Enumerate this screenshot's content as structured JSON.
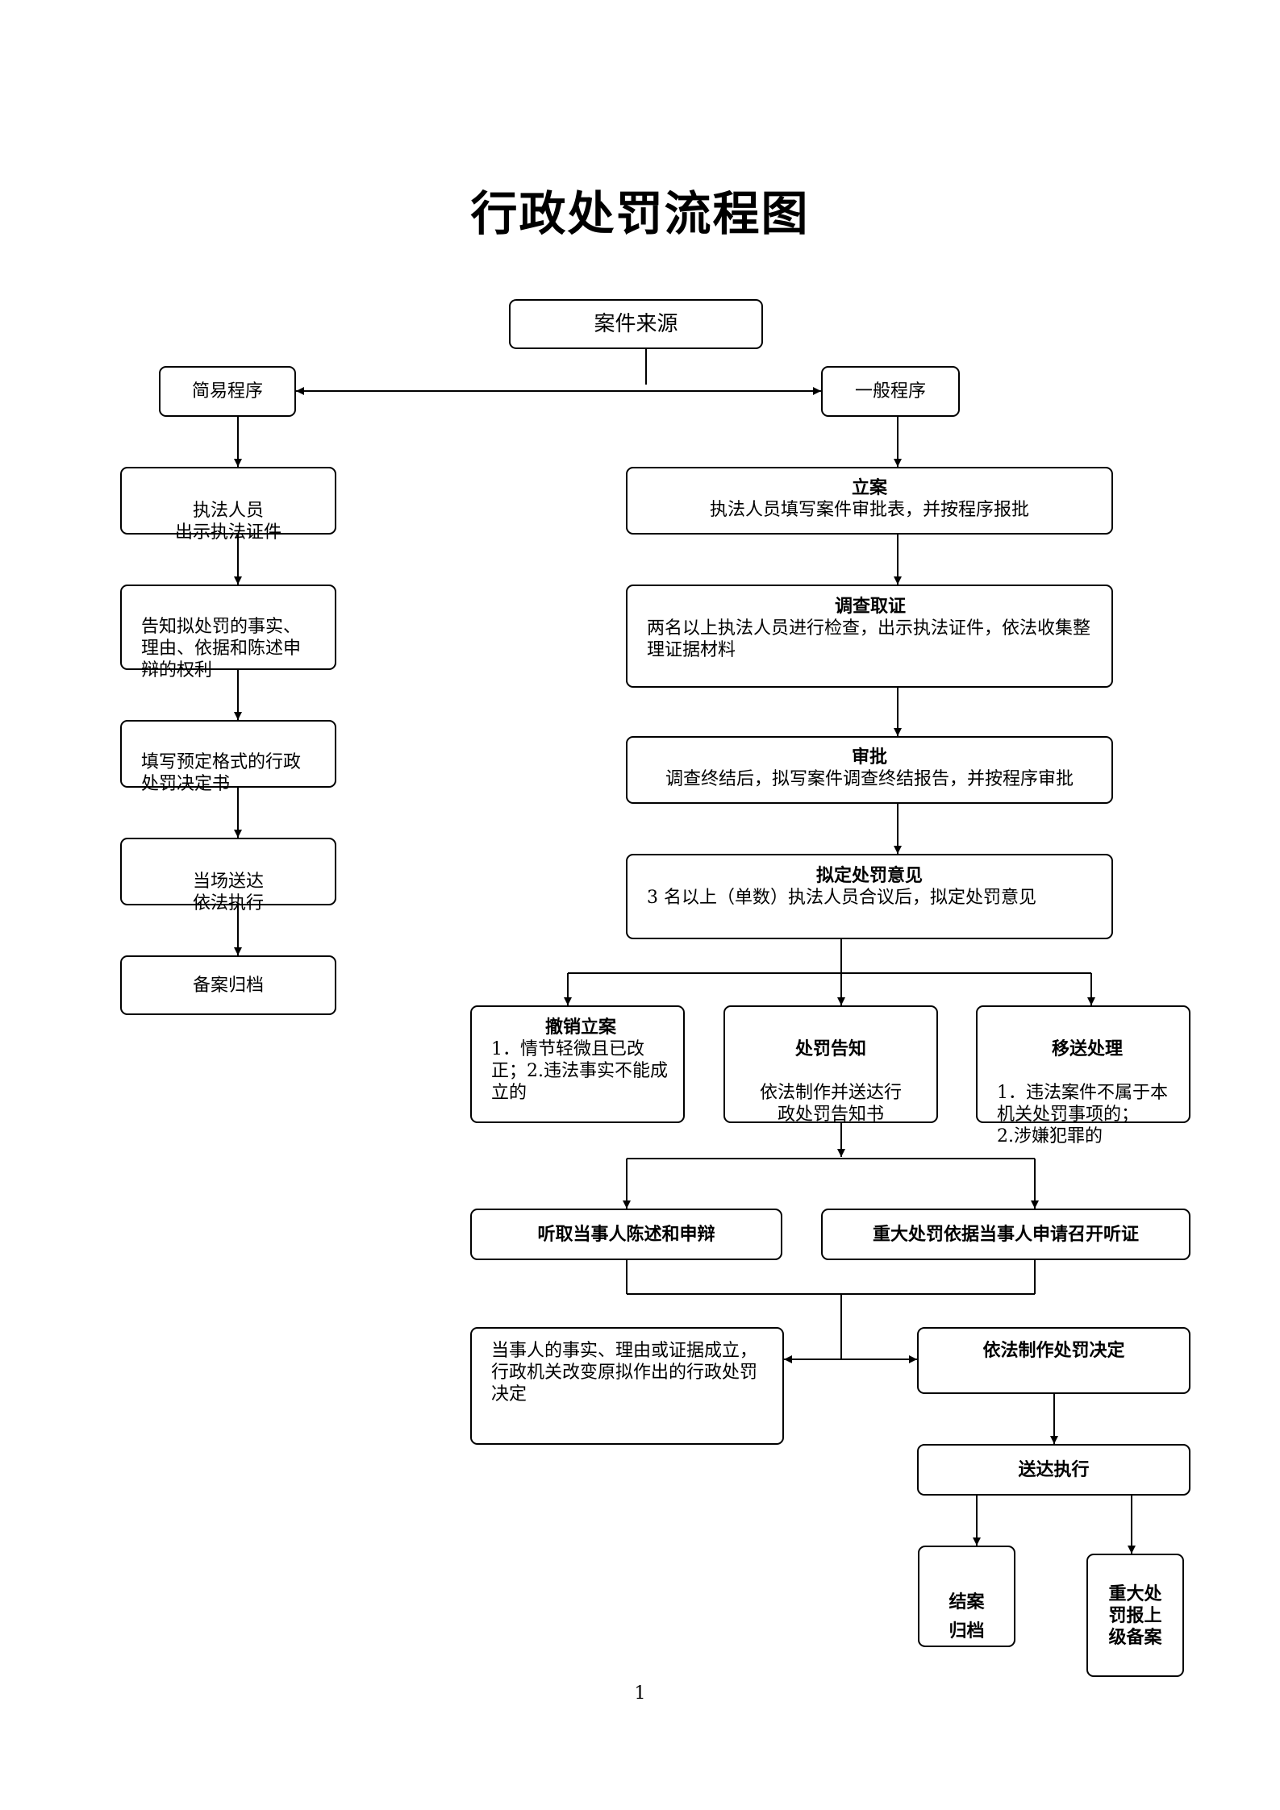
{
  "title": "行政处罚流程图",
  "page_number": "1",
  "source": "案件来源",
  "simple": {
    "label": "简易程序",
    "step1": "执法人员\n出示执法证件",
    "step2": "告知拟处罚的事实、\n理由、依据和陈述申\n辩的权利",
    "step3": "填写预定格式的行政\n处罚决定书",
    "step4": "当场送达\n依法执行",
    "step5": "备案归档"
  },
  "general": {
    "label": "一般程序",
    "filing": {
      "title": "立案",
      "text": "执法人员填写案件审批表，并按程序报批"
    },
    "investigate": {
      "title": "调查取证",
      "text": "两名以上执法人员进行检查，出示执法证件，依法收集整理证据材料"
    },
    "approve": {
      "title": "审批",
      "text": "调查终结后，拟写案件调查终结报告，并按程序审批"
    },
    "opinion": {
      "title": "拟定处罚意见",
      "text": "3 名以上（单数）执法人员合议后，拟定处罚意见"
    }
  },
  "branches": {
    "revoke": {
      "title": "撤销立案",
      "text": "1．情节轻微且已改正；2.违法事实不能成立的"
    },
    "notice": {
      "title": "处罚告知",
      "text": "依法制作并送达行\n政处罚告知书"
    },
    "transfer": {
      "title": "移送处理",
      "text": "1．违法案件不属于本机关处罚事项的；\n2.涉嫌犯罪的"
    }
  },
  "hearing_statement": "听取当事人陈述和申辩",
  "hearing_major": "重大处罚依据当事人申请召开听证",
  "change_decision": "当事人的事实、理由或证据成立，行政机关改变原拟作出的行政处罚决定",
  "make_decision": "依法制作处罚决定",
  "deliver": "送达执行",
  "archive": "结案\n归档",
  "report_major": "重大处\n罚报上\n级备案"
}
